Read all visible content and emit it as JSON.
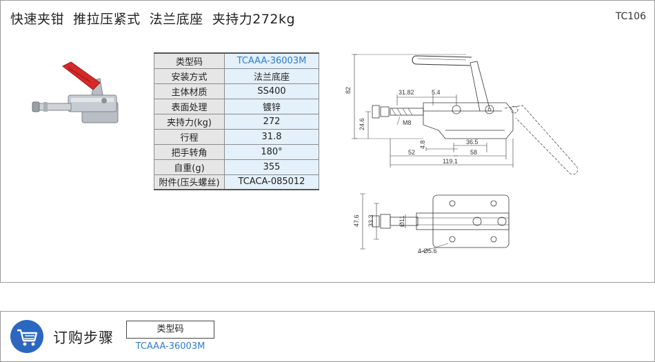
{
  "header": {
    "title": "快速夹钳  推拉压紧式  法兰底座  夹持力272kg",
    "code": "TC106"
  },
  "specs": [
    {
      "label": "类型码",
      "value": "TCAAA-36003M"
    },
    {
      "label": "安装方式",
      "value": "法兰底座"
    },
    {
      "label": "主体材质",
      "value": "SS400"
    },
    {
      "label": "表面处理",
      "value": "镀锌"
    },
    {
      "label": "夹持力(kg)",
      "value": "272"
    },
    {
      "label": "行程",
      "value": "31.8"
    },
    {
      "label": "把手转角",
      "value": "180°"
    },
    {
      "label": "自重(g)",
      "value": "355"
    },
    {
      "label": "附件(压头螺丝)",
      "value": "TCACA-085012"
    }
  ],
  "drawing": {
    "dim_height": "82",
    "dim_base": "24.6",
    "dim_a": "31.82",
    "dim_b": "5.4",
    "thread": "M8",
    "dim_c": "4.8",
    "dim_d": "36.5",
    "dim_e": "52",
    "dim_f": "58",
    "dim_total": "119.1",
    "dim_width": "47.6",
    "dim_hole_span": "33.3",
    "dim_rod": "Ø11",
    "holes": "4-Ø5.6"
  },
  "order": {
    "title": "订购步骤",
    "box_label": "类型码",
    "value": "TCAAA-36003M"
  },
  "colors": {
    "link": "#2a7fd0",
    "icon_bg": "#2a68c0",
    "handle_red": "#d42a2a"
  }
}
